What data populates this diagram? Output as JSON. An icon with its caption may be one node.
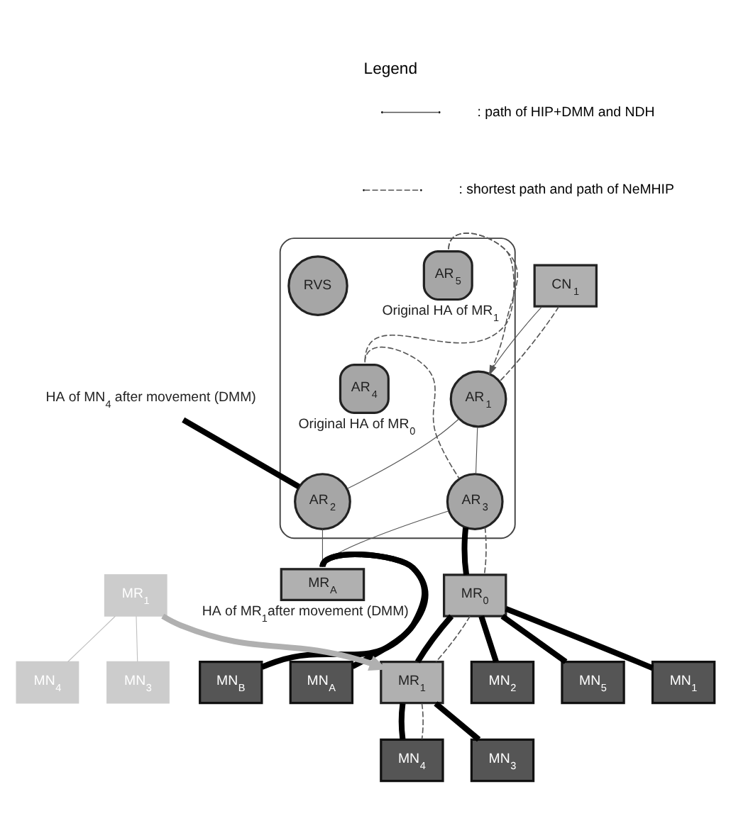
{
  "diagram": {
    "nodes": [
      {
        "text": [],
        "shape": "cloud"
      },
      {
        "text": [
          "CN$_{1}$"
        ]
      },
      {
        "text": [
          "AR$_{1}$"
        ],
        "in": 0
      },
      {
        "text": [
          "AR$_{5}$"
        ],
        "in": 0,
        "beside": [
          "Original HA of MR$_{1}$"
        ]
      },
      {
        "text": [
          "RVS"
        ],
        "in": 0
      },
      {
        "text": [
          "AR$_{4}$"
        ],
        "in": 0,
        "beside": [
          "Original HA of MR$_{0}$"
        ]
      },
      {
        "text": [
          "AR$_{2}$"
        ],
        "in": 0
      },
      {
        "text": [
          "AR$_{3}$"
        ],
        "in": 0
      },
      {
        "text": [
          "HA of MN$_{4}$ after movement (DMM)"
        ]
      },
      {
        "text": [
          "MR$_{A}$"
        ],
        "beside": [
          "HA of MR$_{1}$after movement (DMM)"
        ]
      },
      {
        "text": [
          "MN$_{A}$"
        ]
      },
      {
        "text": [
          "MN$_{B}$"
        ]
      },
      {
        "text": [
          "MR$_{1}$"
        ]
      },
      {
        "text": [
          "MN$_{4}$"
        ]
      },
      {
        "text": [
          "MN$_{3}$"
        ]
      },
      {
        "text": [
          "MR$_{0}$"
        ]
      },
      {
        "text": [
          "MN$_{1}$"
        ]
      },
      {
        "text": [
          "MN$_{2}$"
        ]
      },
      {
        "text": [
          "MN$_{5}$"
        ]
      },
      {
        "text": [
          "MR$_{1}$"
        ]
      },
      {
        "text": [
          "MN$_{4}$"
        ]
      },
      {
        "text": [
          "MN$_{3}$"
        ]
      }
    ],
    "edges": [
      {
        "from": 1,
        "to": 2,
        "arrow": "none"
      },
      {
        "from": 1,
        "to": 2,
        "arrow": "none",
        "style": "dashed"
      },
      {
        "from": 3,
        "to": 2,
        "arrow": "to",
        "style": "dashed"
      },
      {
        "from": 2,
        "to": 6,
        "arrow": "none"
      },
      {
        "from": 2,
        "to": 7,
        "arrow": "none"
      },
      {
        "from": 3,
        "to": 5,
        "arrow": "none",
        "style": "dashed"
      },
      {
        "from": 5,
        "to": 7,
        "arrow": "none",
        "style": "dashed"
      },
      {
        "from": 8,
        "to": 6,
        "arrow": "none",
        "style": "thick",
        "color": "#000000"
      },
      {
        "from": 6,
        "to": 9,
        "arrow": "none"
      },
      {
        "from": 7,
        "to": 9,
        "arrow": "none"
      },
      {
        "from": 9,
        "to": 10,
        "arrow": "none",
        "style": "thick",
        "color": "#000000"
      },
      {
        "from": 9,
        "to": 11,
        "arrow": "none",
        "style": "thick",
        "color": "#000000"
      },
      {
        "from": 12,
        "to": 13,
        "arrow": "none",
        "color": "#c0c0c0"
      },
      {
        "from": 12,
        "to": 14,
        "arrow": "none",
        "color": "#c0c0c0"
      },
      {
        "from": 12,
        "to": 19,
        "arrow": "to",
        "style": "thick",
        "color": "#b0b0b0"
      },
      {
        "from": 7,
        "to": 15,
        "arrow": "none",
        "style": "thick",
        "color": "#000000"
      },
      {
        "from": 7,
        "to": 15,
        "arrow": "none",
        "style": "dashed"
      },
      {
        "from": 15,
        "to": 16,
        "arrow": "none",
        "style": "thick",
        "color": "#000000"
      },
      {
        "from": 15,
        "to": 17,
        "arrow": "none",
        "style": "thick",
        "color": "#000000"
      },
      {
        "from": 15,
        "to": 18,
        "arrow": "none",
        "style": "thick",
        "color": "#000000"
      },
      {
        "from": 15,
        "to": 19,
        "arrow": "none",
        "style": "thick",
        "color": "#000000"
      },
      {
        "from": 15,
        "to": 19,
        "arrow": "none",
        "style": "dashed"
      },
      {
        "from": 19,
        "to": 20,
        "arrow": "none",
        "style": "thick",
        "color": "#000000"
      },
      {
        "from": 19,
        "to": 20,
        "arrow": "none",
        "style": "dashed"
      },
      {
        "from": 19,
        "to": 21,
        "arrow": "none",
        "style": "thick",
        "color": "#000000"
      }
    ],
    "labels": [
      "Legend"
    ],
    "legend": [
      {
        "text": ": path of HIP+DMM and NDH"
      },
      {
        "text": ": shortest path and path of NeMHIP"
      }
    ]
  }
}
